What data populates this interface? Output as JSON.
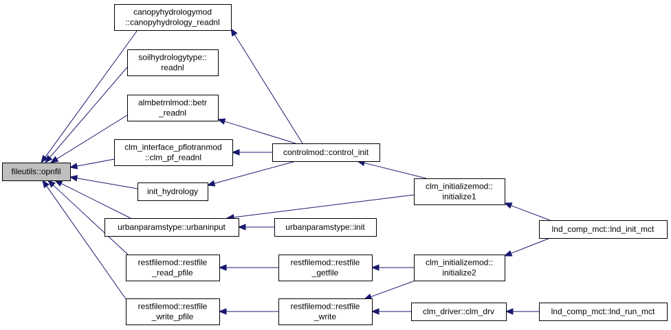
{
  "colors": {
    "edge": "#191970",
    "root_fill": "#bfbfbf",
    "node_fill": "#ffffff",
    "node_border": "#000000"
  },
  "nodes": {
    "opnfil": [
      "fileutils::opnfil"
    ],
    "canopy": [
      "canopyhydrologymod",
      "::canopyhydrology_readnl"
    ],
    "soil": [
      "soilhydrologytype::",
      "readnl"
    ],
    "betr": [
      "almbetrnlmod::betr",
      "_readnl"
    ],
    "pflotran": [
      "clm_interface_pflotranmod",
      "::clm_pf_readnl"
    ],
    "inithydro": [
      "init_hydrology"
    ],
    "urbaninput": [
      "urbanparamstype::urbaninput"
    ],
    "readpfile": [
      "restfilemod::restfile",
      "_read_pfile"
    ],
    "writepfile": [
      "restfilemod::restfile",
      "_write_pfile"
    ],
    "controlinit": [
      "controlmod::control_init"
    ],
    "urbaninit": [
      "urbanparamstype::init"
    ],
    "getfile": [
      "restfilemod::restfile",
      "_getfile"
    ],
    "restwrite": [
      "restfilemod::restfile",
      "_write"
    ],
    "init1": [
      "clm_initializemod::",
      "initialize1"
    ],
    "init2": [
      "clm_initializemod::",
      "initialize2"
    ],
    "clmdrv": [
      "clm_driver::clm_drv"
    ],
    "lndinit": [
      "lnd_comp_mct::lnd_init_mct"
    ],
    "lndrun": [
      "lnd_comp_mct::lnd_run_mct"
    ]
  }
}
